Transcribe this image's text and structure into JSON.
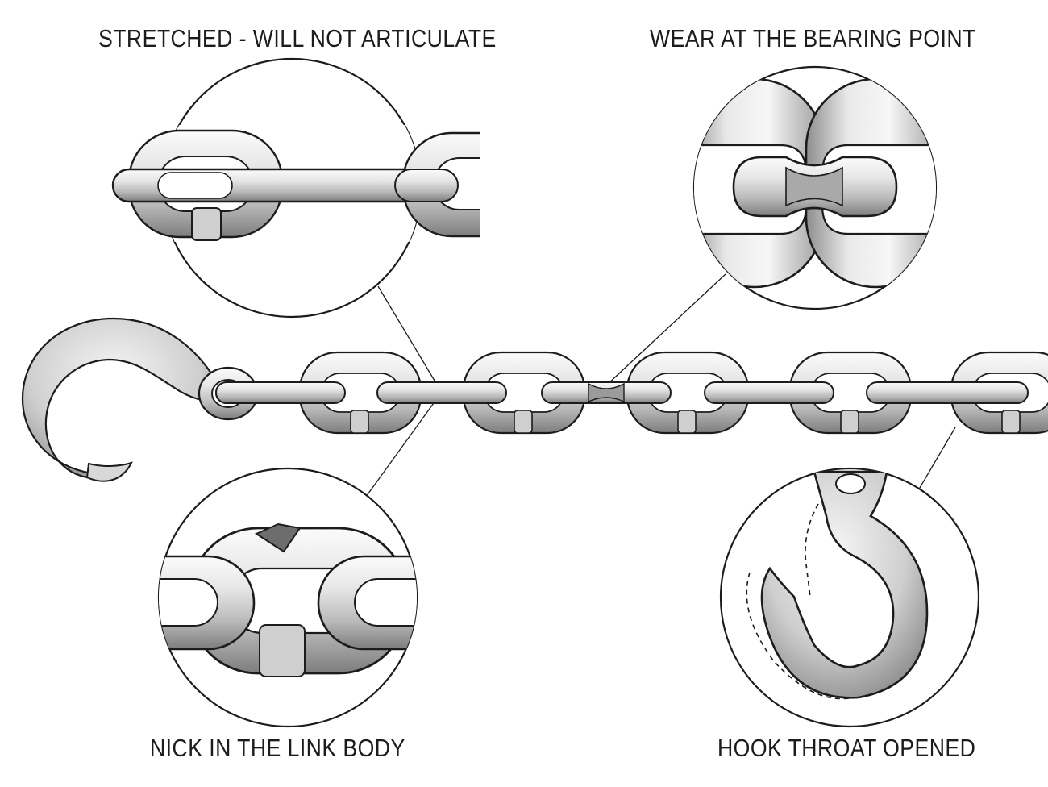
{
  "callouts": {
    "stretched": {
      "label": "STRETCHED - WILL NOT ARTICULATE"
    },
    "wear": {
      "label": "WEAR AT THE BEARING POINT"
    },
    "nick": {
      "label": "NICK IN THE LINK BODY"
    },
    "hook_throat": {
      "label": "HOOK THROAT OPENED"
    }
  },
  "colors": {
    "ink": "#1c1c1c",
    "steel_light": "#f2f2f2",
    "steel_mid": "#c9c9c9",
    "steel_dark": "#8a8a8a",
    "background": "#ffffff"
  }
}
